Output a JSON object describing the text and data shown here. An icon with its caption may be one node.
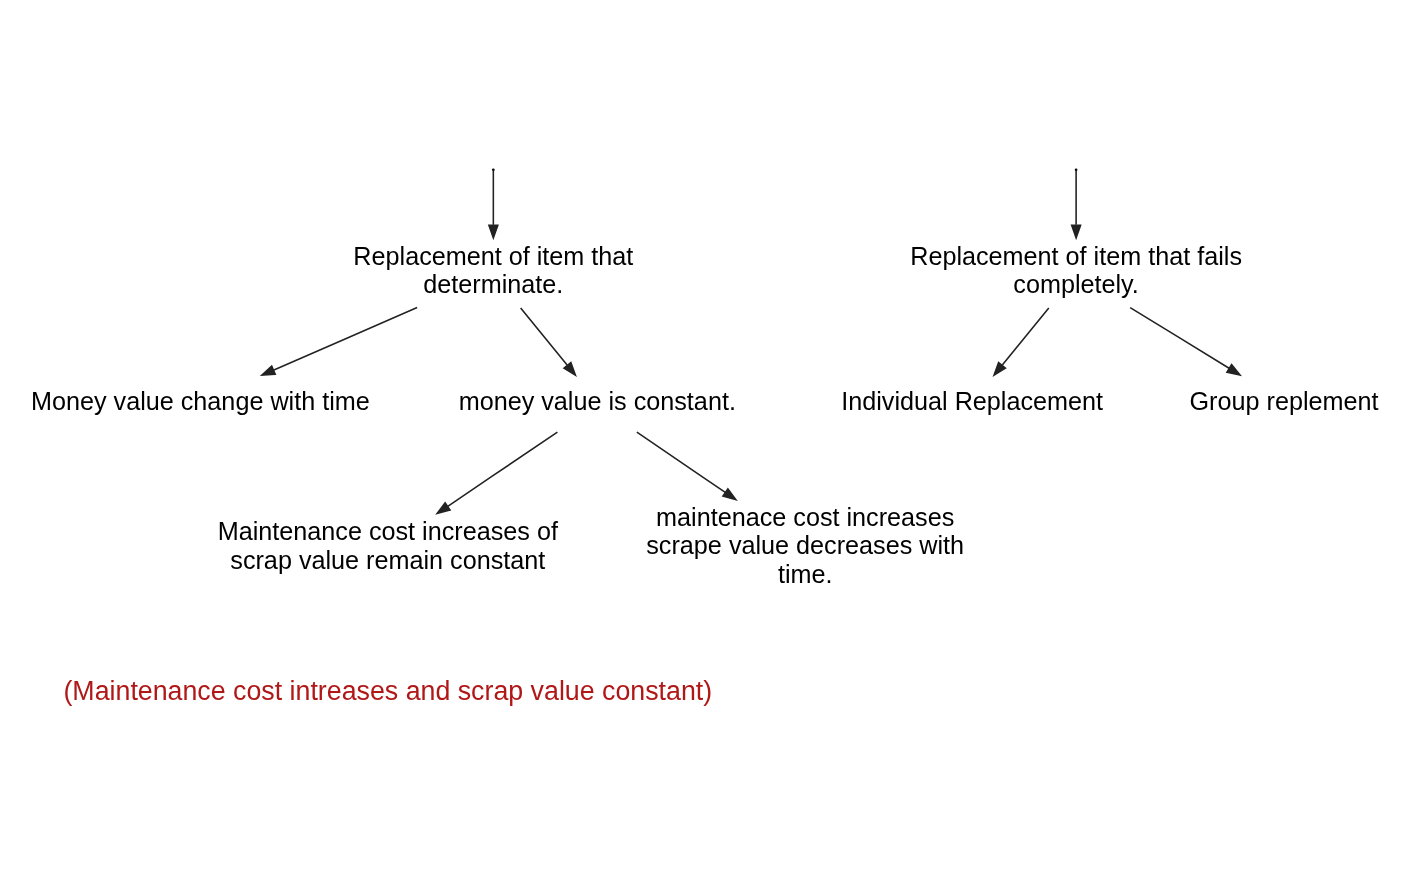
{
  "diagram": {
    "nodes": [
      {
        "text": [
          "Replacement of item that determinate."
        ]
      },
      {
        "text": [
          "Replacement of item that fails completely."
        ]
      },
      {
        "text": [
          "Money value change with time"
        ]
      },
      {
        "text": [
          "money value is constant."
        ]
      },
      {
        "text": [
          "Group replement"
        ]
      },
      {
        "text": [
          "Individual Replacement"
        ]
      },
      {
        "text": [
          "Maintenance cost increases of scrap value remain constant"
        ]
      },
      {
        "text": [
          "maintenace cost increases scrape value decreases with time."
        ]
      }
    ],
    "edges": [
      {
        "from": null,
        "to": 0,
        "arrow": "to"
      },
      {
        "from": null,
        "to": 1,
        "arrow": "to"
      },
      {
        "from": 0,
        "to": 2,
        "arrow": "to"
      },
      {
        "from": 0,
        "to": 3,
        "arrow": "to"
      },
      {
        "from": 1,
        "to": 5,
        "arrow": "to"
      },
      {
        "from": 1,
        "to": 4,
        "arrow": "to"
      },
      {
        "from": 3,
        "to": 6,
        "arrow": "to"
      },
      {
        "from": 3,
        "to": 7,
        "arrow": "to"
      }
    ],
    "labels": [
      "(Maintenance cost intreases and scrap value constant)"
    ]
  }
}
